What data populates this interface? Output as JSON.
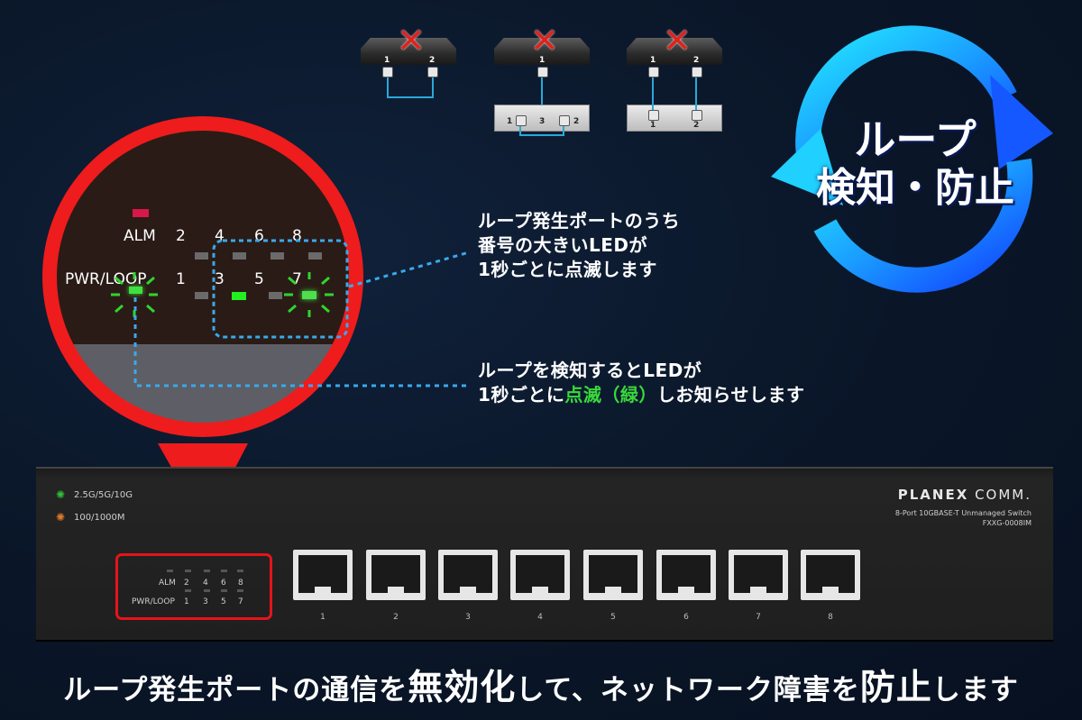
{
  "diagrams": [
    {
      "ports_top": [
        "1",
        "2"
      ]
    },
    {
      "ports_top": [
        "1"
      ],
      "ports_bottom": [
        "1",
        "3",
        "2"
      ]
    },
    {
      "ports_top": [
        "1",
        "2"
      ],
      "ports_bottom": [
        "1",
        "2"
      ]
    }
  ],
  "badge": {
    "line1": "ループ",
    "line2": "検知・防止"
  },
  "magnifier": {
    "alm": "ALM",
    "pwr": "PWR/LOOP",
    "top_nums": [
      "2",
      "4",
      "6",
      "8"
    ],
    "bottom_nums": [
      "1",
      "3",
      "5",
      "7"
    ]
  },
  "callout1": {
    "line1": "ループ発生ポートのうち",
    "line2": "番号の大きいLEDが",
    "line3": "1秒ごとに点滅します"
  },
  "callout2": {
    "line1": "ループを検知するとLEDが",
    "line2_a": "1秒ごとに",
    "line2_b": "点滅（緑）",
    "line2_c": "しお知らせします"
  },
  "switch": {
    "speed1": "2.5G/5G/10G",
    "speed2": "100/1000M",
    "brand_a": "PLANEX",
    "brand_b": "COMM.",
    "model_desc": "8-Port 10GBASE-T Unmanaged Switch",
    "model_no": "FXXG-0008IM",
    "panel_alm": "ALM",
    "panel_pwr": "PWR/LOOP",
    "panel_top": [
      "2",
      "4",
      "6",
      "8"
    ],
    "panel_bottom": [
      "1",
      "3",
      "5",
      "7"
    ],
    "ports": [
      "1",
      "2",
      "3",
      "4",
      "5",
      "6",
      "7",
      "8"
    ]
  },
  "caption": {
    "a": "ループ発生ポートの通信を",
    "b": "無効化",
    "c": "して、ネットワーク障害を",
    "d": "防止",
    "e": "します"
  }
}
